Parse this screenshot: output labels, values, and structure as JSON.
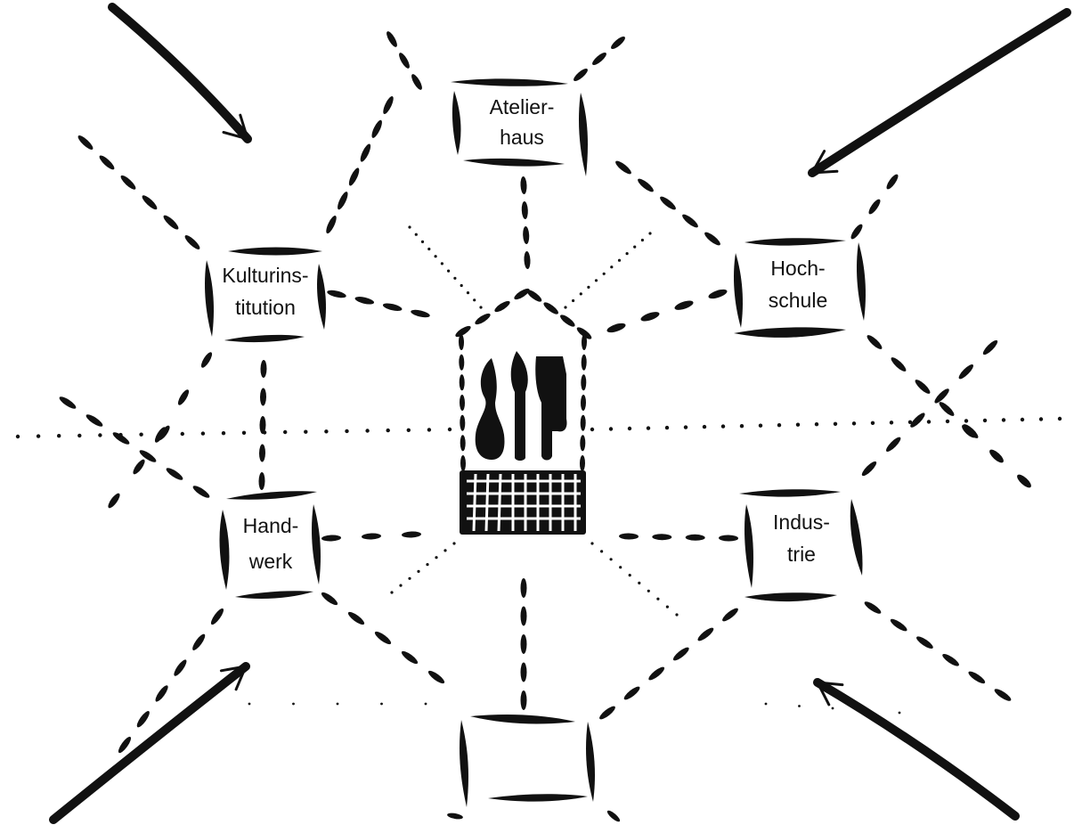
{
  "diagram": {
    "center": {
      "icon": "art-tools-workshop-icon"
    },
    "nodes": [
      {
        "id": "atelierhaus",
        "lines": [
          "Atelier-",
          "haus"
        ]
      },
      {
        "id": "hochschule",
        "lines": [
          "Hoch-",
          "schule"
        ]
      },
      {
        "id": "kulturinstitution",
        "lines": [
          "Kulturins-",
          "titution"
        ]
      },
      {
        "id": "handwerk",
        "lines": [
          "Hand-",
          "werk"
        ]
      },
      {
        "id": "industrie",
        "lines": [
          "Indus-",
          "trie"
        ]
      },
      {
        "id": "empty-node",
        "lines": [
          "",
          ""
        ]
      }
    ],
    "arrows": [
      {
        "id": "arrow-top-left",
        "icon": "arrow-inward-icon"
      },
      {
        "id": "arrow-top-right",
        "icon": "arrow-inward-icon"
      },
      {
        "id": "arrow-bottom-left",
        "icon": "arrow-inward-icon"
      },
      {
        "id": "arrow-bottom-right",
        "icon": "arrow-inward-icon"
      }
    ],
    "colors": {
      "ink": "#111111",
      "paper": "#ffffff"
    }
  }
}
